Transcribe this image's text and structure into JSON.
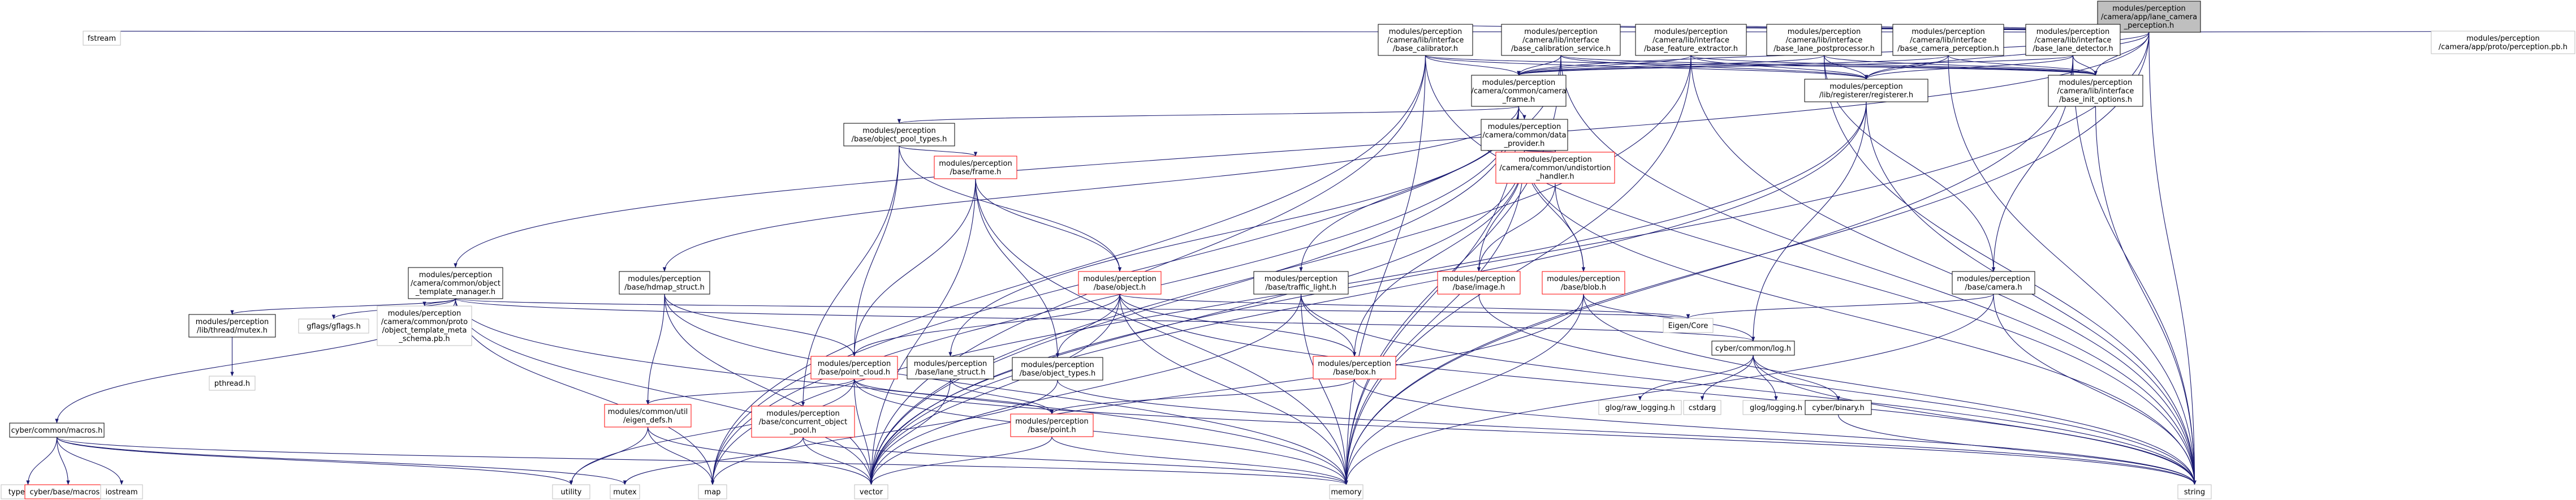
{
  "diagram": {
    "colors": {
      "normal": "#000000",
      "broken": "#ff0000",
      "plain": "#bfbfbf",
      "root_fill": "#bfbfbf",
      "node_fill": "#ffffff",
      "edge": "#191970"
    },
    "nodes": [
      {
        "id": "root",
        "label": [
          "modules/perception",
          "/camera/app/lane_camera",
          "_perception.h"
        ],
        "kind": "root"
      },
      {
        "id": "fstream",
        "label": [
          "fstream"
        ],
        "kind": "plain"
      },
      {
        "id": "pb",
        "label": [
          "modules/perception",
          "/camera/app/proto/perception.pb.h"
        ],
        "kind": "plain"
      },
      {
        "id": "calibrator",
        "label": [
          "modules/perception",
          "/camera/lib/interface",
          "/base_calibrator.h"
        ],
        "kind": "normal"
      },
      {
        "id": "calibservice",
        "label": [
          "modules/perception",
          "/camera/lib/interface",
          "/base_calibration_service.h"
        ],
        "kind": "normal"
      },
      {
        "id": "featureext",
        "label": [
          "modules/perception",
          "/camera/lib/interface",
          "/base_feature_extractor.h"
        ],
        "kind": "normal"
      },
      {
        "id": "lanepost",
        "label": [
          "modules/perception",
          "/camera/lib/interface",
          "/base_lane_postprocessor.h"
        ],
        "kind": "normal"
      },
      {
        "id": "camperc",
        "label": [
          "modules/perception",
          "/camera/lib/interface",
          "/base_camera_perception.h"
        ],
        "kind": "normal"
      },
      {
        "id": "lanedet",
        "label": [
          "modules/perception",
          "/camera/lib/interface",
          "/base_lane_detector.h"
        ],
        "kind": "normal"
      },
      {
        "id": "cameraframe",
        "label": [
          "modules/perception",
          "/camera/common/camera",
          "_frame.h"
        ],
        "kind": "normal"
      },
      {
        "id": "registerer",
        "label": [
          "modules/perception",
          "/lib/registerer/registerer.h"
        ],
        "kind": "normal"
      },
      {
        "id": "initoptions",
        "label": [
          "modules/perception",
          "/camera/lib/interface",
          "/base_init_options.h"
        ],
        "kind": "normal"
      },
      {
        "id": "objpooltypes",
        "label": [
          "modules/perception",
          "/base/object_pool_types.h"
        ],
        "kind": "normal"
      },
      {
        "id": "dataprovider",
        "label": [
          "modules/perception",
          "/camera/common/data",
          "_provider.h"
        ],
        "kind": "normal"
      },
      {
        "id": "frame",
        "label": [
          "modules/perception",
          "/base/frame.h"
        ],
        "kind": "broken"
      },
      {
        "id": "undistortion",
        "label": [
          "modules/perception",
          "/camera/common/undistortion",
          "_handler.h"
        ],
        "kind": "broken"
      },
      {
        "id": "objtmpl",
        "label": [
          "modules/perception",
          "/camera/common/object",
          "_template_manager.h"
        ],
        "kind": "normal"
      },
      {
        "id": "hdmap",
        "label": [
          "modules/perception",
          "/base/hdmap_struct.h"
        ],
        "kind": "normal"
      },
      {
        "id": "object",
        "label": [
          "modules/perception",
          "/base/object.h"
        ],
        "kind": "broken"
      },
      {
        "id": "trafficlight",
        "label": [
          "modules/perception",
          "/base/traffic_light.h"
        ],
        "kind": "normal"
      },
      {
        "id": "image",
        "label": [
          "modules/perception",
          "/base/image.h"
        ],
        "kind": "broken"
      },
      {
        "id": "blob",
        "label": [
          "modules/perception",
          "/base/blob.h"
        ],
        "kind": "broken"
      },
      {
        "id": "camera",
        "label": [
          "modules/perception",
          "/base/camera.h"
        ],
        "kind": "normal"
      },
      {
        "id": "mutexh",
        "label": [
          "modules/perception",
          "/lib/thread/mutex.h"
        ],
        "kind": "normal"
      },
      {
        "id": "gflags",
        "label": [
          "gflags/gflags.h"
        ],
        "kind": "plain"
      },
      {
        "id": "metapb",
        "label": [
          "modules/perception",
          "/camera/common/proto",
          "/object_template_meta",
          "_schema.pb.h"
        ],
        "kind": "plain"
      },
      {
        "id": "pointcloud",
        "label": [
          "modules/perception",
          "/base/point_cloud.h"
        ],
        "kind": "broken"
      },
      {
        "id": "lanestruct",
        "label": [
          "modules/perception",
          "/base/lane_struct.h"
        ],
        "kind": "normal"
      },
      {
        "id": "objecttypes",
        "label": [
          "modules/perception",
          "/base/object_types.h"
        ],
        "kind": "normal"
      },
      {
        "id": "box",
        "label": [
          "modules/perception",
          "/base/box.h"
        ],
        "kind": "broken"
      },
      {
        "id": "eigen",
        "label": [
          "Eigen/Core"
        ],
        "kind": "plain"
      },
      {
        "id": "log",
        "label": [
          "cyber/common/log.h"
        ],
        "kind": "normal"
      },
      {
        "id": "pthread",
        "label": [
          "pthread.h"
        ],
        "kind": "plain"
      },
      {
        "id": "macros",
        "label": [
          "cyber/common/macros.h"
        ],
        "kind": "normal"
      },
      {
        "id": "eigendefs",
        "label": [
          "modules/common/util",
          "/eigen_defs.h"
        ],
        "kind": "broken"
      },
      {
        "id": "concpool",
        "label": [
          "modules/perception",
          "/base/concurrent_object",
          "_pool.h"
        ],
        "kind": "broken"
      },
      {
        "id": "point",
        "label": [
          "modules/perception",
          "/base/point.h"
        ],
        "kind": "broken"
      },
      {
        "id": "typetraits",
        "label": [
          "type_traits"
        ],
        "kind": "plain"
      },
      {
        "id": "basemacros",
        "label": [
          "cyber/base/macros.h"
        ],
        "kind": "broken"
      },
      {
        "id": "iostream",
        "label": [
          "iostream"
        ],
        "kind": "plain"
      },
      {
        "id": "utility",
        "label": [
          "utility"
        ],
        "kind": "plain"
      },
      {
        "id": "mutex",
        "label": [
          "mutex"
        ],
        "kind": "plain"
      },
      {
        "id": "map",
        "label": [
          "map"
        ],
        "kind": "plain"
      },
      {
        "id": "vector",
        "label": [
          "vector"
        ],
        "kind": "plain"
      },
      {
        "id": "memory",
        "label": [
          "memory"
        ],
        "kind": "plain"
      },
      {
        "id": "string",
        "label": [
          "string"
        ],
        "kind": "plain"
      },
      {
        "id": "glograw",
        "label": [
          "glog/raw_logging.h"
        ],
        "kind": "plain"
      },
      {
        "id": "cstdarg",
        "label": [
          "cstdarg"
        ],
        "kind": "plain"
      },
      {
        "id": "glog",
        "label": [
          "glog/logging.h"
        ],
        "kind": "plain"
      },
      {
        "id": "binary",
        "label": [
          "cyber/binary.h"
        ],
        "kind": "normal"
      }
    ],
    "edges": [
      [
        "root",
        "fstream"
      ],
      [
        "root",
        "pb"
      ],
      [
        "root",
        "calibrator"
      ],
      [
        "root",
        "calibservice"
      ],
      [
        "root",
        "featureext"
      ],
      [
        "root",
        "lanepost"
      ],
      [
        "root",
        "camperc"
      ],
      [
        "root",
        "lanedet"
      ],
      [
        "root",
        "cameraframe"
      ],
      [
        "root",
        "registerer"
      ],
      [
        "root",
        "initoptions"
      ],
      [
        "root",
        "objtmpl"
      ],
      [
        "root",
        "memory"
      ],
      [
        "root",
        "string"
      ],
      [
        "root",
        "vector"
      ],
      [
        "calibrator",
        "cameraframe"
      ],
      [
        "calibrator",
        "registerer"
      ],
      [
        "calibrator",
        "initoptions"
      ],
      [
        "calibrator",
        "string"
      ],
      [
        "calibrator",
        "vector"
      ],
      [
        "calibrator",
        "map"
      ],
      [
        "calibrator",
        "memory"
      ],
      [
        "calibservice",
        "cameraframe"
      ],
      [
        "calibservice",
        "registerer"
      ],
      [
        "calibservice",
        "initoptions"
      ],
      [
        "calibservice",
        "string"
      ],
      [
        "calibservice",
        "map"
      ],
      [
        "calibservice",
        "memory"
      ],
      [
        "featureext",
        "cameraframe"
      ],
      [
        "featureext",
        "registerer"
      ],
      [
        "featureext",
        "initoptions"
      ],
      [
        "featureext",
        "string"
      ],
      [
        "featureext",
        "vector"
      ],
      [
        "featureext",
        "memory"
      ],
      [
        "lanepost",
        "cameraframe"
      ],
      [
        "lanepost",
        "registerer"
      ],
      [
        "lanepost",
        "initoptions"
      ],
      [
        "lanepost",
        "string"
      ],
      [
        "lanepost",
        "camera"
      ],
      [
        "camperc",
        "cameraframe"
      ],
      [
        "camperc",
        "registerer"
      ],
      [
        "camperc",
        "initoptions"
      ],
      [
        "camperc",
        "string"
      ],
      [
        "lanedet",
        "cameraframe"
      ],
      [
        "lanedet",
        "registerer"
      ],
      [
        "lanedet",
        "initoptions"
      ],
      [
        "lanedet",
        "camera"
      ],
      [
        "lanedet",
        "string"
      ],
      [
        "lanedet",
        "memory"
      ],
      [
        "cameraframe",
        "objpooltypes"
      ],
      [
        "cameraframe",
        "dataprovider"
      ],
      [
        "cameraframe",
        "hdmap"
      ],
      [
        "cameraframe",
        "lanestruct"
      ],
      [
        "cameraframe",
        "trafficlight"
      ],
      [
        "cameraframe",
        "vector"
      ],
      [
        "cameraframe",
        "memory"
      ],
      [
        "cameraframe",
        "map"
      ],
      [
        "registerer",
        "log"
      ],
      [
        "registerer",
        "map"
      ],
      [
        "registerer",
        "string"
      ],
      [
        "registerer",
        "vector"
      ],
      [
        "initoptions",
        "string"
      ],
      [
        "objpooltypes",
        "frame"
      ],
      [
        "objpooltypes",
        "object"
      ],
      [
        "objpooltypes",
        "pointcloud"
      ],
      [
        "objpooltypes",
        "concpool"
      ],
      [
        "dataprovider",
        "undistortion"
      ],
      [
        "dataprovider",
        "image"
      ],
      [
        "dataprovider",
        "blob"
      ],
      [
        "dataprovider",
        "box"
      ],
      [
        "dataprovider",
        "memory"
      ],
      [
        "dataprovider",
        "string"
      ],
      [
        "dataprovider",
        "vector"
      ],
      [
        "frame",
        "object"
      ],
      [
        "frame",
        "objecttypes"
      ],
      [
        "frame",
        "pointcloud"
      ],
      [
        "frame",
        "memory"
      ],
      [
        "frame",
        "vector"
      ],
      [
        "undistortion",
        "image"
      ],
      [
        "undistortion",
        "blob"
      ],
      [
        "objtmpl",
        "mutexh"
      ],
      [
        "objtmpl",
        "gflags"
      ],
      [
        "objtmpl",
        "metapb"
      ],
      [
        "objtmpl",
        "macros"
      ],
      [
        "objtmpl",
        "log"
      ],
      [
        "objtmpl",
        "map"
      ],
      [
        "objtmpl",
        "vector"
      ],
      [
        "objtmpl",
        "eigen"
      ],
      [
        "objtmpl",
        "memory"
      ],
      [
        "hdmap",
        "pointcloud"
      ],
      [
        "hdmap",
        "eigendefs"
      ],
      [
        "hdmap",
        "vector"
      ],
      [
        "hdmap",
        "memory"
      ],
      [
        "object",
        "pointcloud"
      ],
      [
        "object",
        "objecttypes"
      ],
      [
        "object",
        "eigen"
      ],
      [
        "object",
        "memory"
      ],
      [
        "object",
        "vector"
      ],
      [
        "object",
        "string"
      ],
      [
        "object",
        "box"
      ],
      [
        "trafficlight",
        "box"
      ],
      [
        "trafficlight",
        "memory"
      ],
      [
        "trafficlight",
        "vector"
      ],
      [
        "trafficlight",
        "string"
      ],
      [
        "image",
        "string"
      ],
      [
        "blob",
        "log"
      ],
      [
        "blob",
        "memory"
      ],
      [
        "blob",
        "vector"
      ],
      [
        "blob",
        "string"
      ],
      [
        "camera",
        "eigen"
      ],
      [
        "camera",
        "memory"
      ],
      [
        "camera",
        "string"
      ],
      [
        "mutexh",
        "pthread"
      ],
      [
        "pointcloud",
        "eigendefs"
      ],
      [
        "pointcloud",
        "point"
      ],
      [
        "pointcloud",
        "memory"
      ],
      [
        "pointcloud",
        "vector"
      ],
      [
        "pointcloud",
        "utility"
      ],
      [
        "pointcloud",
        "string"
      ],
      [
        "lanestruct",
        "point"
      ],
      [
        "lanestruct",
        "vector"
      ],
      [
        "objecttypes",
        "map"
      ],
      [
        "objecttypes",
        "string"
      ],
      [
        "box",
        "point"
      ],
      [
        "box",
        "string"
      ],
      [
        "log",
        "glograw"
      ],
      [
        "log",
        "cstdarg"
      ],
      [
        "log",
        "glog"
      ],
      [
        "log",
        "binary"
      ],
      [
        "log",
        "string"
      ],
      [
        "macros",
        "typetraits"
      ],
      [
        "macros",
        "basemacros"
      ],
      [
        "macros",
        "iostream"
      ],
      [
        "macros",
        "utility"
      ],
      [
        "macros",
        "mutex"
      ],
      [
        "macros",
        "memory"
      ],
      [
        "eigendefs",
        "map"
      ],
      [
        "eigendefs",
        "vector"
      ],
      [
        "eigendefs",
        "utility"
      ],
      [
        "concpool",
        "memory"
      ],
      [
        "concpool",
        "vector"
      ],
      [
        "concpool",
        "mutex"
      ],
      [
        "point",
        "memory"
      ],
      [
        "point",
        "vector"
      ],
      [
        "binary",
        "string"
      ]
    ]
  }
}
